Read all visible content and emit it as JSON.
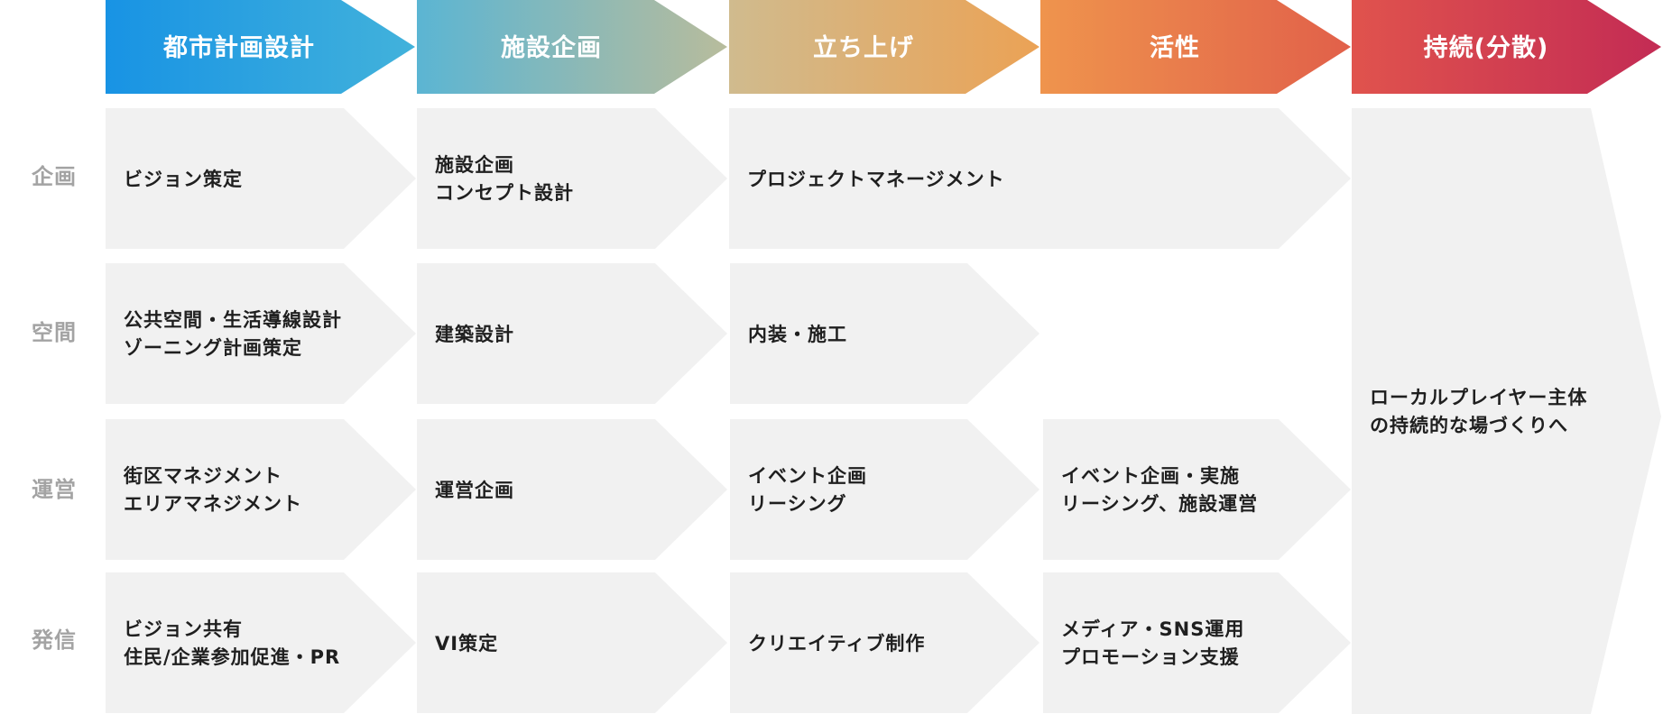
{
  "colors": {
    "cell_fill": "#f1f1f1",
    "row_label": "#a3a3a3",
    "phase_gradient_stops": [
      "#1893e4",
      "#42b2db",
      "#5bb5d3",
      "#b8bc9c",
      "#d0bb8e",
      "#eba255",
      "#ef944d",
      "#e1604a",
      "#e0534d",
      "#c32b54"
    ]
  },
  "phases": [
    {
      "id": "urban-planning",
      "label": "都市計画設計"
    },
    {
      "id": "facility-planning",
      "label": "施設企画"
    },
    {
      "id": "launch",
      "label": "立ち上げ"
    },
    {
      "id": "activation",
      "label": "活性"
    },
    {
      "id": "sustain",
      "label": "持続(分散)"
    }
  ],
  "rows": [
    {
      "id": "planning",
      "label": "企画"
    },
    {
      "id": "space",
      "label": "空間"
    },
    {
      "id": "operation",
      "label": "運営"
    },
    {
      "id": "communication",
      "label": "発信"
    }
  ],
  "cells": [
    {
      "id": "vision",
      "row": 0,
      "from": 0,
      "to": 0,
      "lines": [
        "ビジョン策定"
      ]
    },
    {
      "id": "facility-concept",
      "row": 0,
      "from": 1,
      "to": 1,
      "lines": [
        "施設企画",
        "コンセプト設計"
      ]
    },
    {
      "id": "project-management",
      "row": 0,
      "from": 2,
      "to": 3,
      "lines": [
        "プロジェクトマネージメント"
      ]
    },
    {
      "id": "public-space",
      "row": 1,
      "from": 0,
      "to": 0,
      "lines": [
        "公共空間・生活導線設計",
        "ゾーニング計画策定"
      ]
    },
    {
      "id": "architecture",
      "row": 1,
      "from": 1,
      "to": 1,
      "lines": [
        "建築設計"
      ]
    },
    {
      "id": "interior",
      "row": 1,
      "from": 2,
      "to": 2,
      "lines": [
        "内装・施工"
      ]
    },
    {
      "id": "area-management",
      "row": 2,
      "from": 0,
      "to": 0,
      "lines": [
        "街区マネジメント",
        "エリアマネジメント"
      ]
    },
    {
      "id": "operation-planning",
      "row": 2,
      "from": 1,
      "to": 1,
      "lines": [
        "運営企画"
      ]
    },
    {
      "id": "event-leasing",
      "row": 2,
      "from": 2,
      "to": 2,
      "lines": [
        "イベント企画",
        "リーシング"
      ]
    },
    {
      "id": "event-operation",
      "row": 2,
      "from": 3,
      "to": 3,
      "lines": [
        "イベント企画・実施",
        "リーシング、施設運営"
      ]
    },
    {
      "id": "vision-sharing",
      "row": 3,
      "from": 0,
      "to": 0,
      "lines": [
        "ビジョン共有",
        "住民/企業参加促進・PR"
      ]
    },
    {
      "id": "vi",
      "row": 3,
      "from": 1,
      "to": 1,
      "lines": [
        "VI策定"
      ]
    },
    {
      "id": "creative",
      "row": 3,
      "from": 2,
      "to": 2,
      "lines": [
        "クリエイティブ制作"
      ]
    },
    {
      "id": "media-sns",
      "row": 3,
      "from": 3,
      "to": 3,
      "lines": [
        "メディア・SNS運用",
        "プロモーション支援"
      ]
    }
  ],
  "final_cell": {
    "id": "local-players",
    "lines": [
      "ローカルプレイヤー主体",
      "の持続的な場づくりへ"
    ]
  }
}
